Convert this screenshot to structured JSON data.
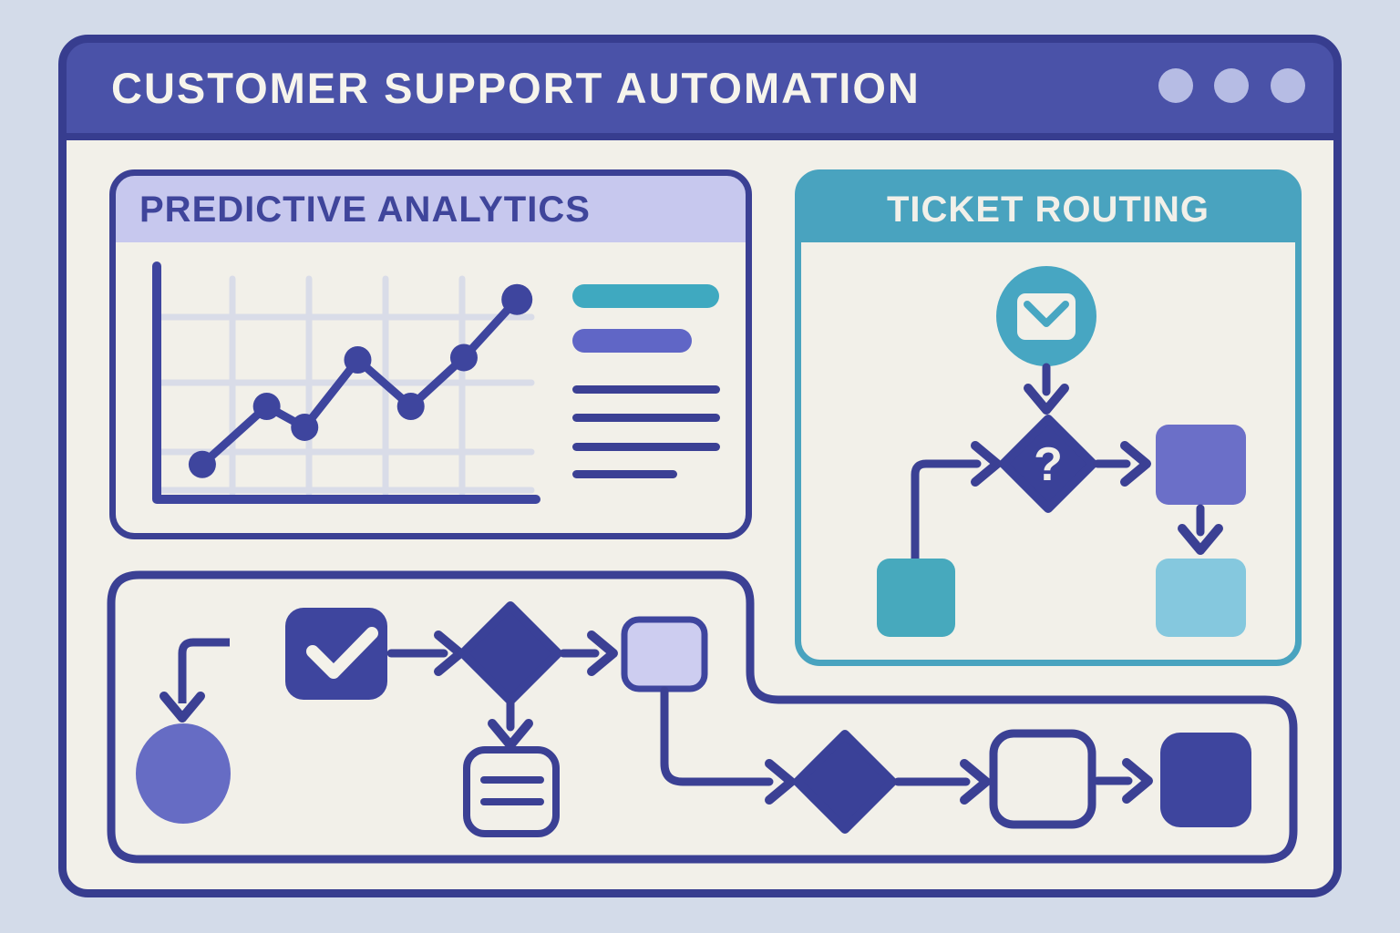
{
  "window": {
    "title": "CUSTOMER SUPPORT AUTOMATION",
    "controls": {
      "dots": 3,
      "dot_color": "#b6bce4"
    }
  },
  "panels": {
    "predictive_analytics": {
      "title": "PREDICTIVE ANALYTICS",
      "header_color": "#c7c8ee",
      "title_color": "#3f459b"
    },
    "ticket_routing": {
      "title": "TICKET ROUTING",
      "header_color": "#49a3bf",
      "decision_label": "?"
    }
  },
  "chart_data": {
    "type": "line",
    "title": "PREDICTIVE ANALYTICS",
    "points": [
      {
        "x": 12,
        "y": 15
      },
      {
        "x": 29,
        "y": 40
      },
      {
        "x": 39,
        "y": 31
      },
      {
        "x": 53,
        "y": 60
      },
      {
        "x": 67,
        "y": 40
      },
      {
        "x": 81,
        "y": 61
      },
      {
        "x": 95,
        "y": 86
      }
    ],
    "xlim": [
      0,
      100
    ],
    "ylim": [
      0,
      100
    ],
    "xlabel": "",
    "ylabel": "",
    "grid": true,
    "legend_position": "none",
    "trend": "increasing",
    "line_color": "#3e459e"
  },
  "analytics_sidebar": {
    "highlight_bars": [
      {
        "name": "teal-bar",
        "color": "#3fa9c0"
      },
      {
        "name": "purple-bar",
        "color": "#6066c6"
      }
    ],
    "text_placeholder_lines": 4,
    "line_color": "#3b4094"
  },
  "ticket_routing_flow": {
    "nodes": [
      {
        "id": "incoming-email",
        "type": "start",
        "icon": "envelope-icon",
        "color": "#47a6c2"
      },
      {
        "id": "routing-decision",
        "type": "decision",
        "label": "?",
        "color": "#3a4198"
      },
      {
        "id": "queue-left",
        "type": "process",
        "color": "#47a9bd"
      },
      {
        "id": "assigned-agent",
        "type": "process",
        "color": "#6b6fc8"
      },
      {
        "id": "resolved",
        "type": "process",
        "color": "#85c8de"
      }
    ],
    "edges": [
      [
        "incoming-email",
        "routing-decision"
      ],
      [
        "queue-left",
        "routing-decision"
      ],
      [
        "routing-decision",
        "assigned-agent"
      ],
      [
        "assigned-agent",
        "resolved"
      ]
    ]
  },
  "automation_flow": {
    "nodes": [
      {
        "id": "start-circle",
        "type": "terminator",
        "shape": "circle",
        "color": "#666cc4"
      },
      {
        "id": "task-complete",
        "type": "process",
        "icon": "checkmark-icon",
        "color": "#3e459e"
      },
      {
        "id": "decision-1",
        "type": "decision",
        "color": "#3a4198"
      },
      {
        "id": "step-lavender",
        "type": "process",
        "color": "#cdcdf0"
      },
      {
        "id": "document",
        "type": "document",
        "icon": "document-lines-icon",
        "color": "#f2f0e9"
      },
      {
        "id": "decision-2",
        "type": "decision",
        "color": "#3a4198"
      },
      {
        "id": "review-outline",
        "type": "process",
        "color": "#f2f0e9"
      },
      {
        "id": "final-step",
        "type": "process",
        "color": "#3e459e"
      }
    ],
    "edges": [
      [
        "start-arrow",
        "start-circle"
      ],
      [
        "task-complete",
        "decision-1"
      ],
      [
        "decision-1",
        "step-lavender"
      ],
      [
        "decision-1",
        "document"
      ],
      [
        "step-lavender",
        "decision-2"
      ],
      [
        "decision-2",
        "review-outline"
      ],
      [
        "review-outline",
        "final-step"
      ]
    ]
  },
  "colors": {
    "page_background": "#d3dbe9",
    "window_fill": "#f2f0e9",
    "window_border": "#373d8f",
    "titlebar": "#4a52a8",
    "indigo": "#3b4094",
    "teal": "#49a3bf",
    "lavender_header": "#c7c8ee",
    "lavender_node": "#cdcdf0",
    "purple_node": "#6b6fc8",
    "light_blue_node": "#85c8de",
    "grid": "#d9dce8"
  }
}
